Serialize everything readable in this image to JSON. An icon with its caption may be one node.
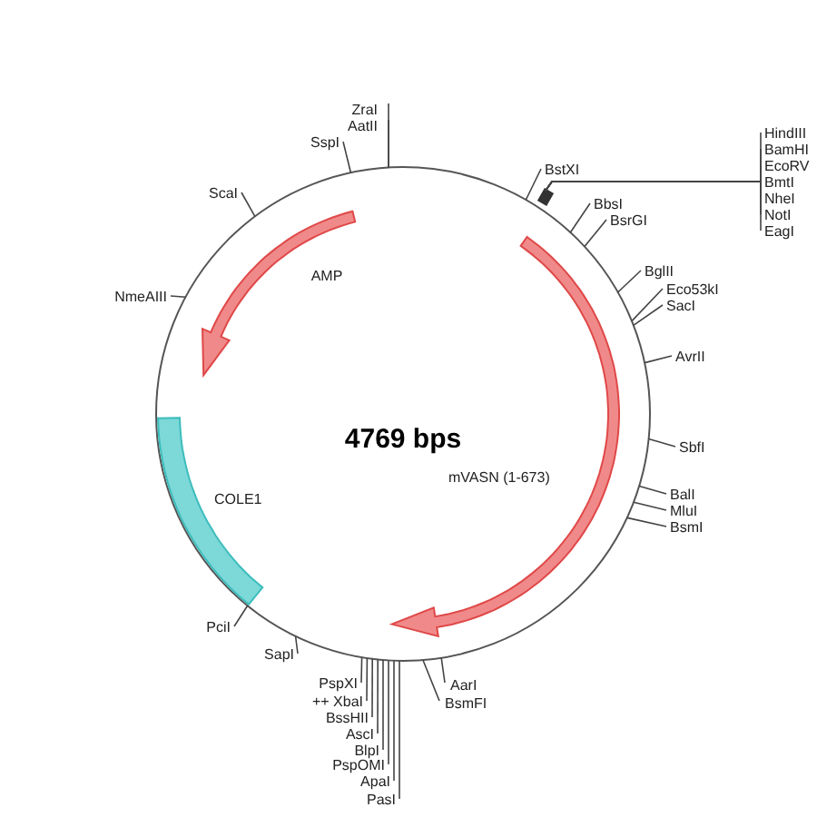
{
  "diagram": {
    "nodes": [
      {
        "text": [
          "ZraI"
        ]
      },
      {
        "text": [
          "AatII"
        ]
      },
      {
        "text": [
          "SspI"
        ]
      },
      {
        "text": [
          "ScaI"
        ]
      },
      {
        "text": [
          "NmeAIII"
        ]
      },
      {
        "text": [
          "BstXI"
        ]
      },
      {
        "text": [
          "HindIII"
        ]
      },
      {
        "text": [
          "BamHI"
        ]
      },
      {
        "text": [
          "EcoRV"
        ]
      },
      {
        "text": [
          "BmtI"
        ]
      },
      {
        "text": [
          "NheI"
        ]
      },
      {
        "text": [
          "NotI"
        ]
      },
      {
        "text": [
          "EagI"
        ]
      },
      {
        "text": [
          "BbsI"
        ]
      },
      {
        "text": [
          "BsrGI"
        ]
      },
      {
        "text": [
          "BglII"
        ]
      },
      {
        "text": [
          "Eco53kI"
        ]
      },
      {
        "text": [
          "SacI"
        ]
      },
      {
        "text": [
          "AvrII"
        ]
      },
      {
        "text": [
          "SbfI"
        ]
      },
      {
        "text": [
          "BalI"
        ]
      },
      {
        "text": [
          "MluI"
        ]
      },
      {
        "text": [
          "BsmI"
        ]
      },
      {
        "text": [
          "AarI"
        ]
      },
      {
        "text": [
          "BsmFI"
        ]
      },
      {
        "text": [
          "PspXI"
        ]
      },
      {
        "text": [
          "++ XbaI"
        ]
      },
      {
        "text": [
          "BssHII"
        ]
      },
      {
        "text": [
          "AscI"
        ]
      },
      {
        "text": [
          "BlpI"
        ]
      },
      {
        "text": [
          "PspOMI"
        ]
      },
      {
        "text": [
          "ApaI"
        ]
      },
      {
        "text": [
          "PasI"
        ]
      },
      {
        "text": [
          "SapI"
        ]
      },
      {
        "text": [
          "PciI"
        ]
      },
      {
        "text": [],
        "shape": "box"
      },
      {
        "text": [],
        "shape": "circle"
      }
    ],
    "edges": [
      {
        "from": 0,
        "to": 36,
        "arrow": "none"
      },
      {
        "from": 1,
        "to": 36,
        "arrow": "none"
      },
      {
        "from": 2,
        "to": 36,
        "arrow": "none"
      },
      {
        "from": 3,
        "to": 36,
        "arrow": "none"
      },
      {
        "from": 4,
        "to": 36,
        "arrow": "none"
      },
      {
        "from": 5,
        "to": 36,
        "arrow": "none"
      },
      {
        "from": 6,
        "to": 35,
        "arrow": "none"
      },
      {
        "from": 7,
        "to": 35,
        "arrow": "none"
      },
      {
        "from": 8,
        "to": 35,
        "arrow": "none"
      },
      {
        "from": 9,
        "to": 35,
        "arrow": "none"
      },
      {
        "from": 10,
        "to": 35,
        "arrow": "none"
      },
      {
        "from": 11,
        "to": 35,
        "arrow": "none"
      },
      {
        "from": 12,
        "to": 35,
        "arrow": "none"
      },
      {
        "from": 13,
        "to": 36,
        "arrow": "none"
      },
      {
        "from": 14,
        "to": 36,
        "arrow": "none"
      },
      {
        "from": 15,
        "to": 36,
        "arrow": "none"
      },
      {
        "from": 16,
        "to": 36,
        "arrow": "none"
      },
      {
        "from": 17,
        "to": 36,
        "arrow": "none"
      },
      {
        "from": 18,
        "to": 36,
        "arrow": "none"
      },
      {
        "from": 19,
        "to": 36,
        "arrow": "none"
      },
      {
        "from": 20,
        "to": 36,
        "arrow": "none"
      },
      {
        "from": 21,
        "to": 36,
        "arrow": "none"
      },
      {
        "from": 22,
        "to": 36,
        "arrow": "none"
      },
      {
        "from": 23,
        "to": 36,
        "arrow": "none"
      },
      {
        "from": 24,
        "to": 36,
        "arrow": "none"
      },
      {
        "from": 25,
        "to": 36,
        "arrow": "none"
      },
      {
        "from": 26,
        "to": 36,
        "arrow": "none"
      },
      {
        "from": 27,
        "to": 36,
        "arrow": "none"
      },
      {
        "from": 28,
        "to": 36,
        "arrow": "none"
      },
      {
        "from": 29,
        "to": 36,
        "arrow": "none"
      },
      {
        "from": 30,
        "to": 36,
        "arrow": "none"
      },
      {
        "from": 31,
        "to": 36,
        "arrow": "none"
      },
      {
        "from": 32,
        "to": 36,
        "arrow": "none"
      },
      {
        "from": 33,
        "to": 36,
        "arrow": "none"
      },
      {
        "from": 34,
        "to": 36,
        "arrow": "none"
      }
    ],
    "labels": [
      "AMP",
      "4769 bps",
      "mVASN (1-673)",
      "COLE1"
    ]
  }
}
